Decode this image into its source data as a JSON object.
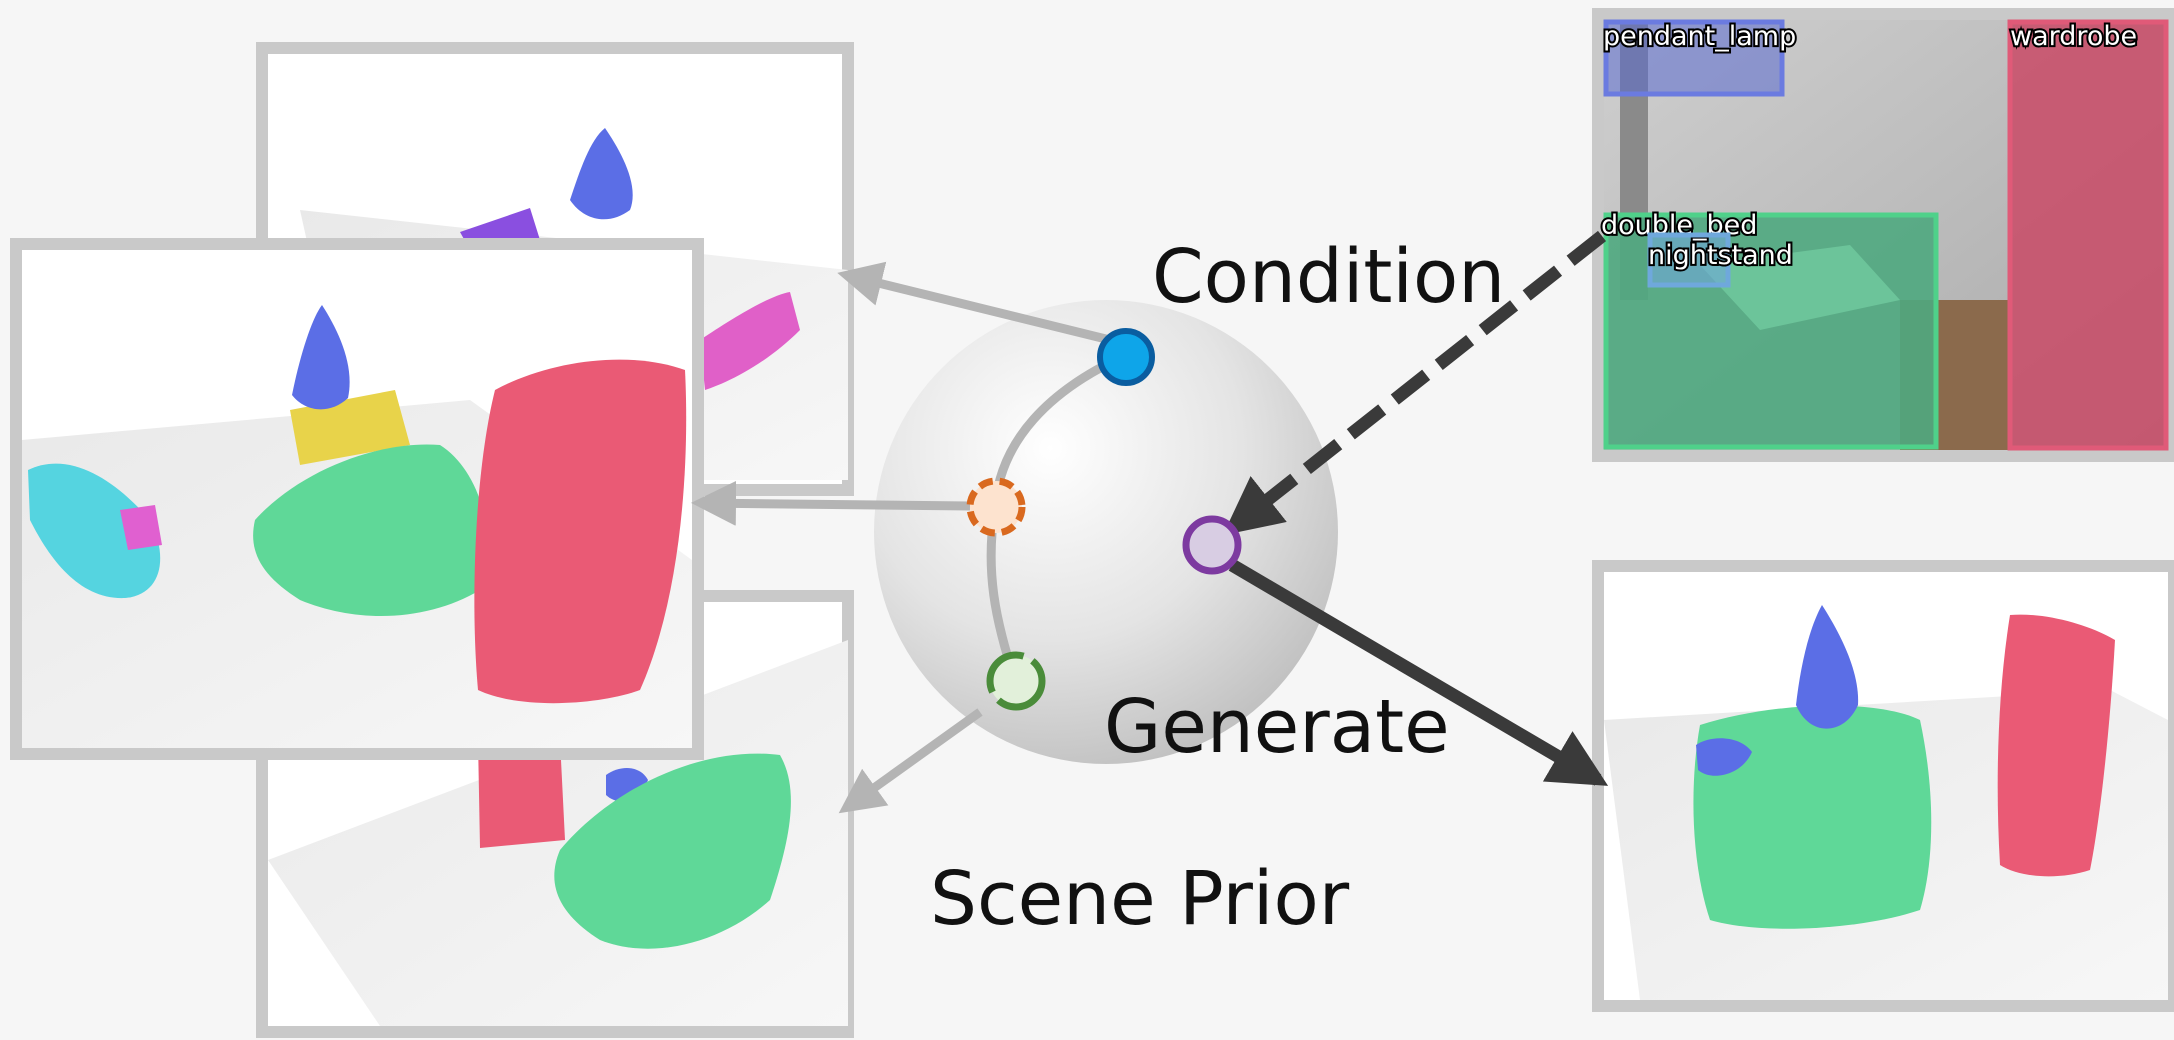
{
  "labels": {
    "condition": "Condition",
    "generate": "Generate",
    "scene_prior": "Scene Prior"
  },
  "detections": [
    {
      "label": "pendant_lamp",
      "color": "#6b7be0"
    },
    {
      "label": "wardrobe",
      "color": "#e05a78"
    },
    {
      "label": "double_bed",
      "color": "#4fd18a"
    },
    {
      "label": "nightstand",
      "color": "#6fa8dc"
    }
  ],
  "colors": {
    "sphere_gray": "#d8d8d8",
    "frame_gray": "#c9c9c9",
    "arrow_gray": "#b4b4b4",
    "arrow_dark": "#3a3a3a",
    "node_blue": "#0ea5e9",
    "node_orange": "#d9691f",
    "node_green": "#4a8c3a",
    "node_purple": "#7d3aa0",
    "object_bed": "#5fd898",
    "object_wardrobe": "#ea5a75",
    "object_lamp": "#5b6ee6",
    "object_nightstand": "#e8d34a",
    "object_chair": "#55d4e0",
    "object_box": "#e060d0"
  }
}
